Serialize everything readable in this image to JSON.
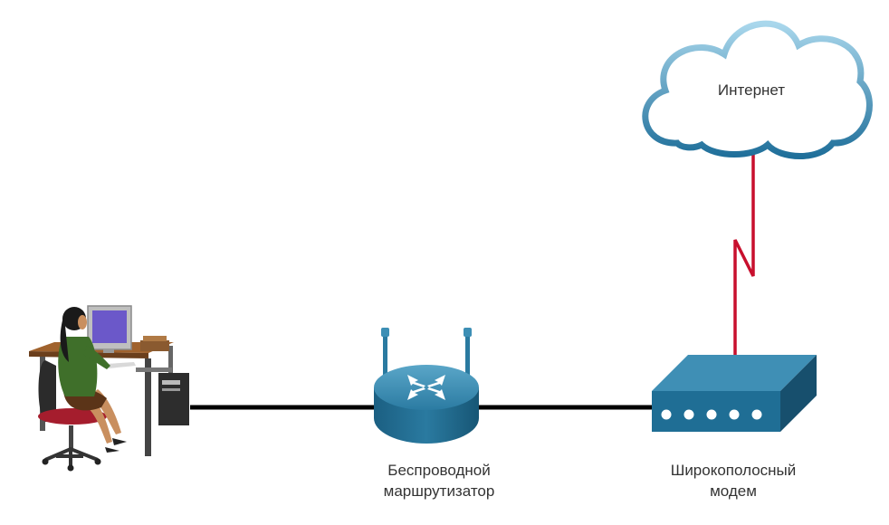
{
  "diagram": {
    "cloud": {
      "label": "Интернет",
      "icon": "cloud-icon"
    },
    "router": {
      "line1": "Беспроводной",
      "line2": "маршрутизатор",
      "icon": "wireless-router-icon"
    },
    "modem": {
      "line1": "Широкополосный",
      "line2": "модем",
      "icon": "broadband-modem-icon"
    },
    "workstation": {
      "icon": "user-at-computer-icon"
    },
    "links": [
      {
        "from": "workstation",
        "to": "router",
        "type": "ethernet",
        "color": "#000000"
      },
      {
        "from": "router",
        "to": "modem",
        "type": "ethernet",
        "color": "#000000"
      },
      {
        "from": "modem",
        "to": "cloud",
        "type": "serial-wan",
        "color": "#c8102e"
      }
    ],
    "colors": {
      "device_blue": "#1e6f96",
      "cloud_stroke": "#2a7fa6",
      "wan_red": "#c8102e"
    }
  }
}
